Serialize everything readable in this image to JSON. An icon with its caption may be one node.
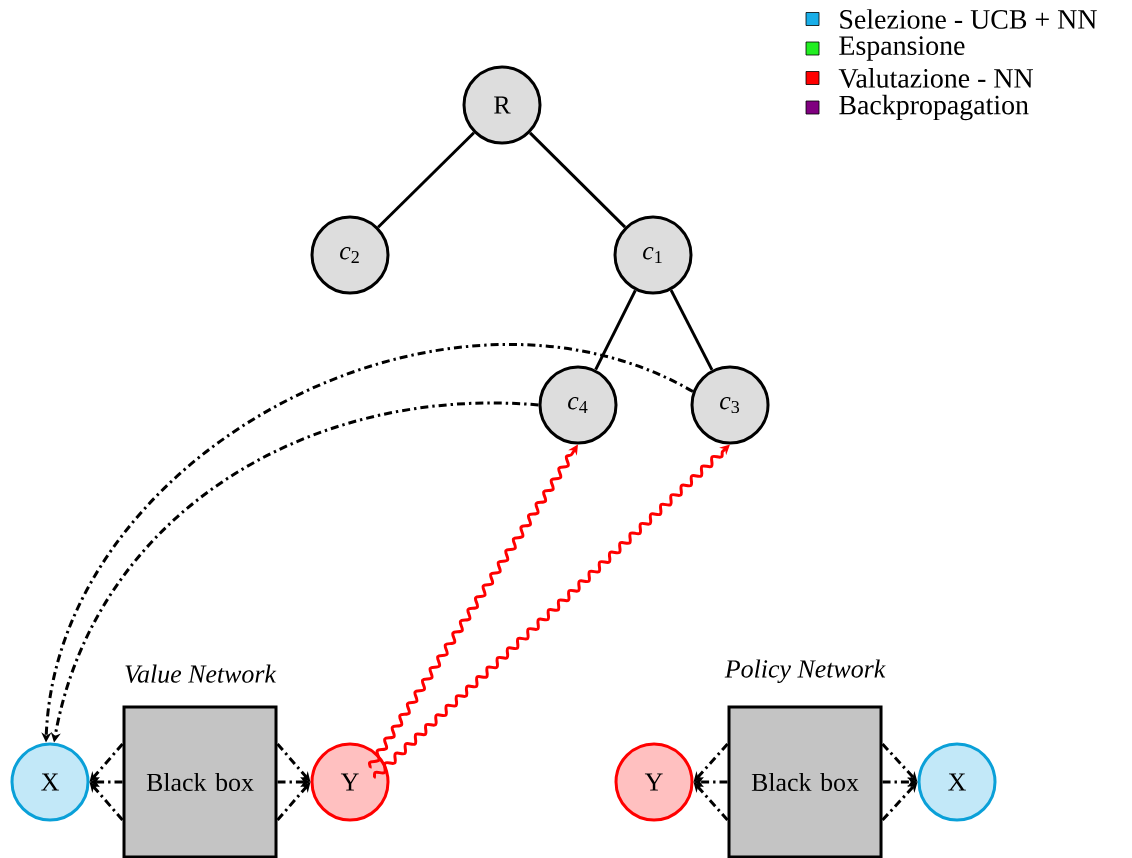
{
  "diagram": {
    "nodes": [
      {
        "text": [
          "R"
        ]
      },
      {
        "text": [
          "*c*$_{2}$"
        ]
      },
      {
        "text": [
          "*c*$_{1}$"
        ]
      },
      {
        "text": [
          "*c*$_{4}$"
        ]
      },
      {
        "text": [
          "*c*$_{3}$"
        ]
      },
      {
        "text": [
          "X"
        ]
      },
      {
        "text": [
          "Black box"
        ],
        "beside": [
          "Value Network"
        ]
      },
      {
        "text": [
          "Y"
        ]
      },
      {
        "text": [
          "Y"
        ]
      },
      {
        "text": [
          "Black box"
        ],
        "beside": [
          "Policy Network"
        ]
      },
      {
        "text": [
          "X"
        ]
      }
    ],
    "edges": [
      {
        "from": 0,
        "to": 1,
        "arrow": "none"
      },
      {
        "from": 0,
        "to": 2,
        "arrow": "none"
      },
      {
        "from": 2,
        "to": 3,
        "arrow": "none"
      },
      {
        "from": 2,
        "to": 4,
        "arrow": "none"
      },
      {
        "from": 3,
        "to": 5,
        "arrow": "to",
        "style": "dashed"
      },
      {
        "from": 4,
        "to": 5,
        "arrow": "to",
        "style": "dashed"
      },
      {
        "from": 7,
        "to": 3,
        "arrow": "to",
        "color": "#ff0000"
      },
      {
        "from": 7,
        "to": 4,
        "arrow": "to",
        "color": "#ff0000"
      },
      {
        "from": 6,
        "to": 5,
        "arrow": "to",
        "style": "dashed"
      },
      {
        "from": 6,
        "to": 7,
        "arrow": "to",
        "style": "dashed"
      },
      {
        "from": 9,
        "to": 8,
        "arrow": "to",
        "style": "dashed"
      },
      {
        "from": 9,
        "to": 10,
        "arrow": "to",
        "style": "dashed"
      }
    ],
    "legend": [
      {
        "text": "Selezione - UCB + NN",
        "color": "#19aee8"
      },
      {
        "text": "Espansione",
        "color": "#22ee22"
      },
      {
        "text": "Valutazione - NN",
        "color": "#ff0000"
      },
      {
        "text": "Backpropagation",
        "color": "#800080"
      }
    ]
  }
}
